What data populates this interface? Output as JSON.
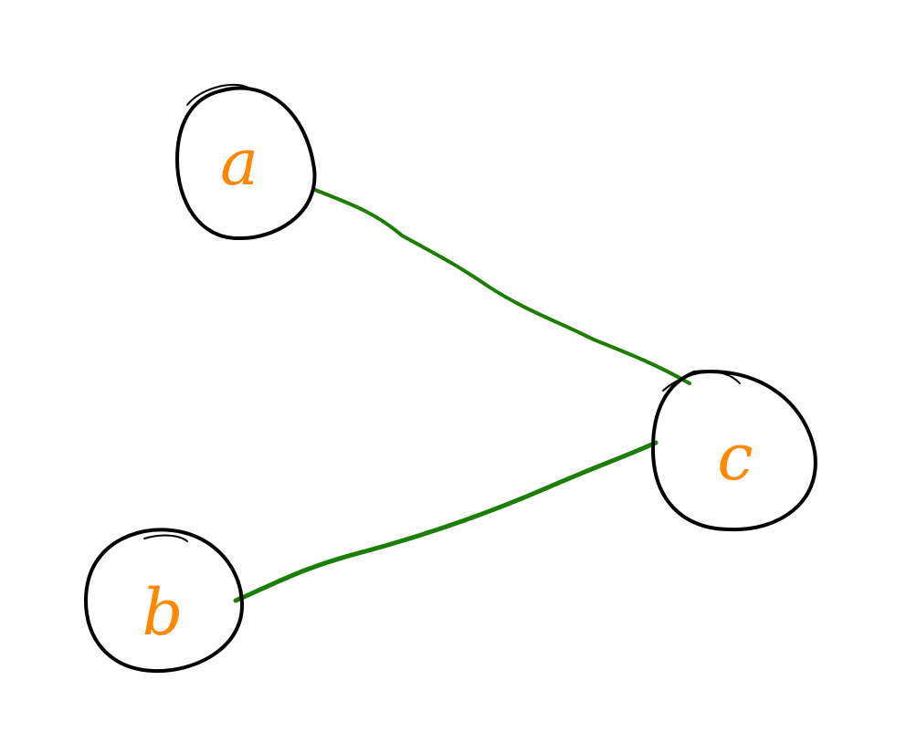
{
  "diagram": {
    "nodes": [
      {
        "id": "a",
        "label": "a"
      },
      {
        "id": "b",
        "label": "b"
      },
      {
        "id": "c",
        "label": "c"
      }
    ],
    "edges": [
      {
        "from": "a",
        "to": "c"
      },
      {
        "from": "b",
        "to": "c"
      }
    ]
  },
  "colors": {
    "node_outline": "#000000",
    "node_label": "#ff8800",
    "edge": "#1a7f00",
    "background": "#ffffff"
  }
}
